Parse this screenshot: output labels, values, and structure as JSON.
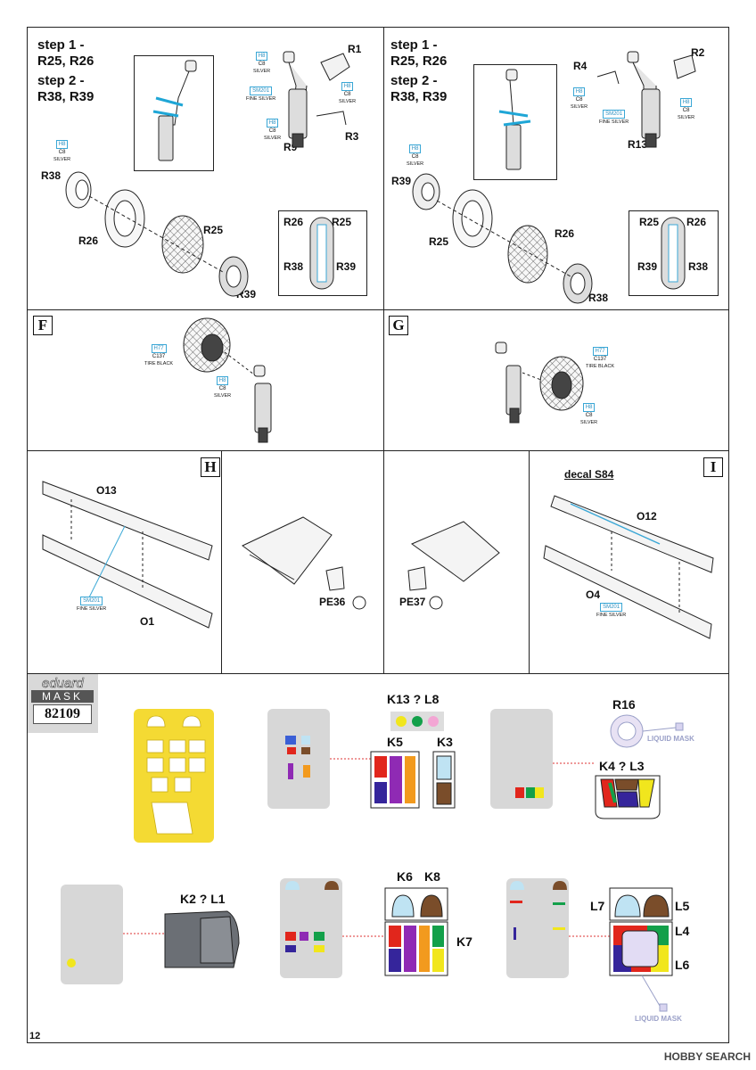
{
  "page_number": "12",
  "panels": {
    "left_top": {
      "step1": "step 1 -",
      "step1_parts": "R25, R26",
      "step2": "step 2 -",
      "step2_parts": "R38, R39",
      "parts": {
        "r1": "R1",
        "r3": "R3",
        "r9": "R9",
        "r38": "R38",
        "r26": "R26",
        "r25": "R25",
        "r39": "R39"
      },
      "inset": {
        "tl": "R26",
        "tr": "R25",
        "bl": "R38",
        "br": "R39"
      }
    },
    "right_top": {
      "step1": "step 1 -",
      "step1_parts": "R25, R26",
      "step2": "step 2 -",
      "step2_parts": "R38, R39",
      "parts": {
        "r2": "R2",
        "r4": "R4",
        "r13": "R13",
        "r39": "R39",
        "r25": "R25",
        "r26": "R26",
        "r38": "R38"
      },
      "inset": {
        "tl": "R25",
        "tr": "R26",
        "bl": "R39",
        "br": "R38"
      }
    },
    "f": {
      "letter": "F"
    },
    "g": {
      "letter": "G"
    },
    "h": {
      "letter": "H",
      "o13": "O13",
      "o1": "O1",
      "pe": "PE36"
    },
    "i": {
      "letter": "I",
      "decal": "decal S84",
      "o12": "O12",
      "o4": "O4",
      "pe": "PE37"
    }
  },
  "colors": {
    "h8": {
      "code": "H8",
      "c": "C8",
      "name": "SILVER"
    },
    "sm201": {
      "code": "SM201",
      "name": "FINE SILVER"
    },
    "h77": {
      "code": "H77",
      "c": "C137",
      "name": "TIRE BLACK"
    }
  },
  "mask": {
    "brand": "eduard",
    "word": "MASK",
    "number": "82109",
    "sheet_code": "82109",
    "liquid": "LIQUID MASK",
    "k13": "K13",
    "l8": "L8",
    "k5": "K5",
    "k3": "K3",
    "r16": "R16",
    "k4": "K4",
    "l3": "L3",
    "k2": "K2",
    "l1": "L1",
    "k6": "K6",
    "k8": "K8",
    "k7": "K7",
    "l7": "L7",
    "l5": "L5",
    "l4": "L4",
    "l6": "L6"
  },
  "watermark": "HOBBY SEARCH"
}
